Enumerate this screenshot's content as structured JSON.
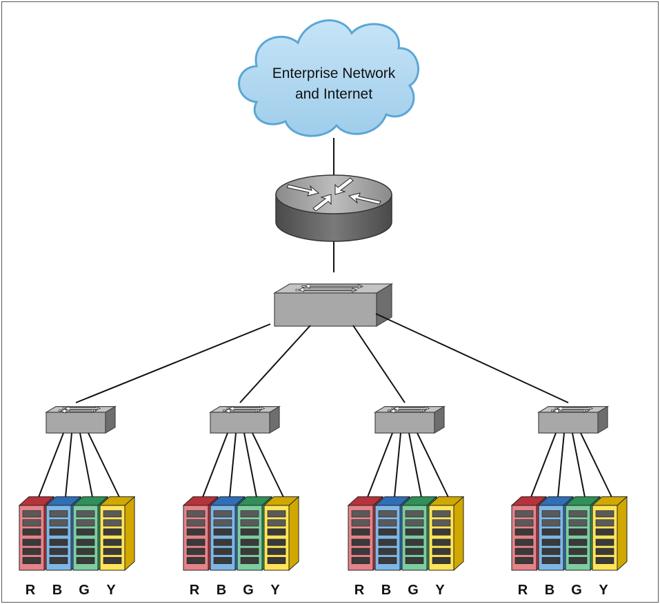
{
  "cloud": {
    "line1": "Enterprise Network",
    "line2": "and Internet",
    "fill": "#a9d4ee",
    "stroke": "#5aa6d6"
  },
  "router": {
    "icon": "router-icon"
  },
  "core_switch": {
    "icon": "switch-icon"
  },
  "access_switches": [
    {
      "id": "1",
      "icon": "switch-icon"
    },
    {
      "id": "2",
      "icon": "switch-icon"
    },
    {
      "id": "3",
      "icon": "switch-icon"
    },
    {
      "id": "4",
      "icon": "switch-icon"
    }
  ],
  "server_colors": {
    "R": {
      "front": "#e4848a",
      "side": "#b7323a"
    },
    "B": {
      "front": "#7fb7e4",
      "side": "#2f6fb8"
    },
    "G": {
      "front": "#7fcca0",
      "side": "#2f9058"
    },
    "Y": {
      "front": "#ffe45a",
      "side": "#d1a800"
    }
  },
  "server_labels": [
    "R",
    "B",
    "G",
    "Y"
  ]
}
